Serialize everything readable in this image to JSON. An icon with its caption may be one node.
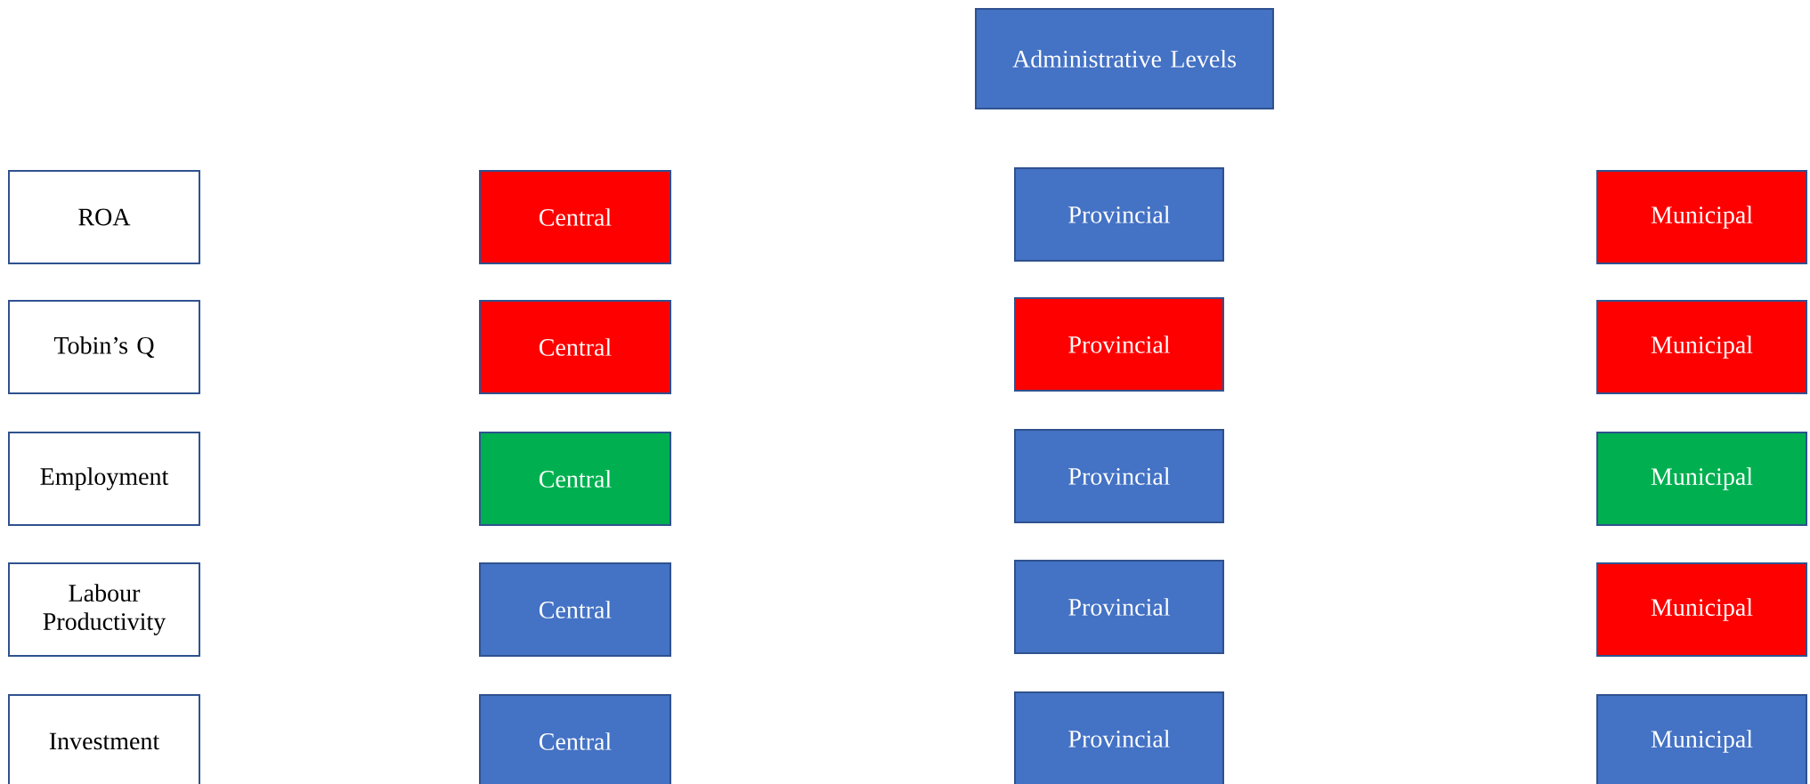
{
  "diagram": {
    "nodes": [
      {
        "text": [
          "Administrative Levels"
        ]
      },
      {
        "text": [
          "ROA"
        ]
      },
      {
        "text": [
          "Central"
        ]
      },
      {
        "text": [
          "Provincial"
        ]
      },
      {
        "text": [
          "Municipal"
        ]
      },
      {
        "text": [
          "Tobin’s Q"
        ]
      },
      {
        "text": [
          "Central"
        ]
      },
      {
        "text": [
          "Provincial"
        ]
      },
      {
        "text": [
          "Municipal"
        ]
      },
      {
        "text": [
          "Employment"
        ]
      },
      {
        "text": [
          "Central"
        ]
      },
      {
        "text": [
          "Provincial"
        ]
      },
      {
        "text": [
          "Municipal"
        ]
      },
      {
        "text": [
          "Labour Productivity"
        ]
      },
      {
        "text": [
          "Central"
        ]
      },
      {
        "text": [
          "Provincial"
        ]
      },
      {
        "text": [
          "Municipal"
        ]
      },
      {
        "text": [
          "Investment"
        ]
      },
      {
        "text": [
          "Central"
        ]
      },
      {
        "text": [
          "Provincial"
        ]
      },
      {
        "text": [
          "Municipal"
        ]
      }
    ]
  }
}
